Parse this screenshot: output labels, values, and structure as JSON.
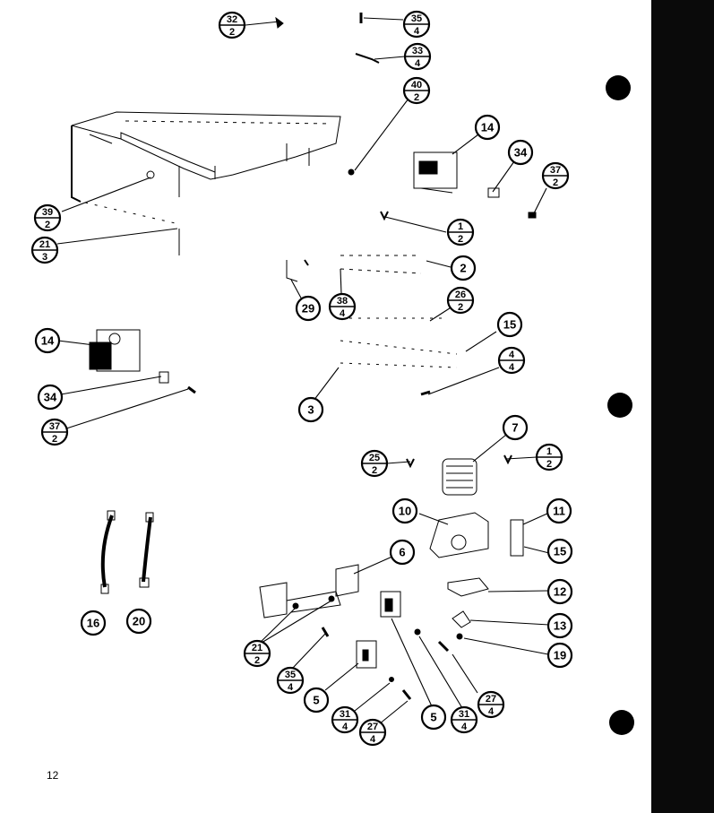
{
  "page": {
    "page_number": "12"
  },
  "callouts": [
    {
      "id": "c-32-2",
      "num": "32",
      "den": "2"
    },
    {
      "id": "c-35-4-top",
      "num": "35",
      "den": "4"
    },
    {
      "id": "c-33-4",
      "num": "33",
      "den": "4"
    },
    {
      "id": "c-40-2",
      "num": "40",
      "den": "2"
    },
    {
      "id": "c-14-top",
      "num": "14"
    },
    {
      "id": "c-34-top",
      "num": "34"
    },
    {
      "id": "c-37-2-top",
      "num": "37",
      "den": "2"
    },
    {
      "id": "c-39-2",
      "num": "39",
      "den": "2"
    },
    {
      "id": "c-21-3",
      "num": "21",
      "den": "3"
    },
    {
      "id": "c-1-2-top",
      "num": "1",
      "den": "2"
    },
    {
      "id": "c-2",
      "num": "2"
    },
    {
      "id": "c-29",
      "num": "29"
    },
    {
      "id": "c-38-4",
      "num": "38",
      "den": "4"
    },
    {
      "id": "c-26-2",
      "num": "26",
      "den": "2"
    },
    {
      "id": "c-15-top",
      "num": "15"
    },
    {
      "id": "c-4-4",
      "num": "4",
      "den": "4"
    },
    {
      "id": "c-14-left",
      "num": "14"
    },
    {
      "id": "c-34-left",
      "num": "34"
    },
    {
      "id": "c-37-2-left",
      "num": "37",
      "den": "2"
    },
    {
      "id": "c-3",
      "num": "3"
    },
    {
      "id": "c-7",
      "num": "7"
    },
    {
      "id": "c-25-2",
      "num": "25",
      "den": "2"
    },
    {
      "id": "c-1-2-mid",
      "num": "1",
      "den": "2"
    },
    {
      "id": "c-10",
      "num": "10"
    },
    {
      "id": "c-11",
      "num": "11"
    },
    {
      "id": "c-15-mid",
      "num": "15"
    },
    {
      "id": "c-6",
      "num": "6"
    },
    {
      "id": "c-12",
      "num": "12"
    },
    {
      "id": "c-13",
      "num": "13"
    },
    {
      "id": "c-19",
      "num": "19"
    },
    {
      "id": "c-16",
      "num": "16"
    },
    {
      "id": "c-20",
      "num": "20"
    },
    {
      "id": "c-21-2",
      "num": "21",
      "den": "2"
    },
    {
      "id": "c-35-4-bot",
      "num": "35",
      "den": "4"
    },
    {
      "id": "c-5-left",
      "num": "5"
    },
    {
      "id": "c-5-right",
      "num": "5"
    },
    {
      "id": "c-31-4-left",
      "num": "31",
      "den": "4"
    },
    {
      "id": "c-31-4-right",
      "num": "31",
      "den": "4"
    },
    {
      "id": "c-27-4-right",
      "num": "27",
      "den": "4"
    },
    {
      "id": "c-27-4-bot",
      "num": "27",
      "den": "4"
    }
  ]
}
